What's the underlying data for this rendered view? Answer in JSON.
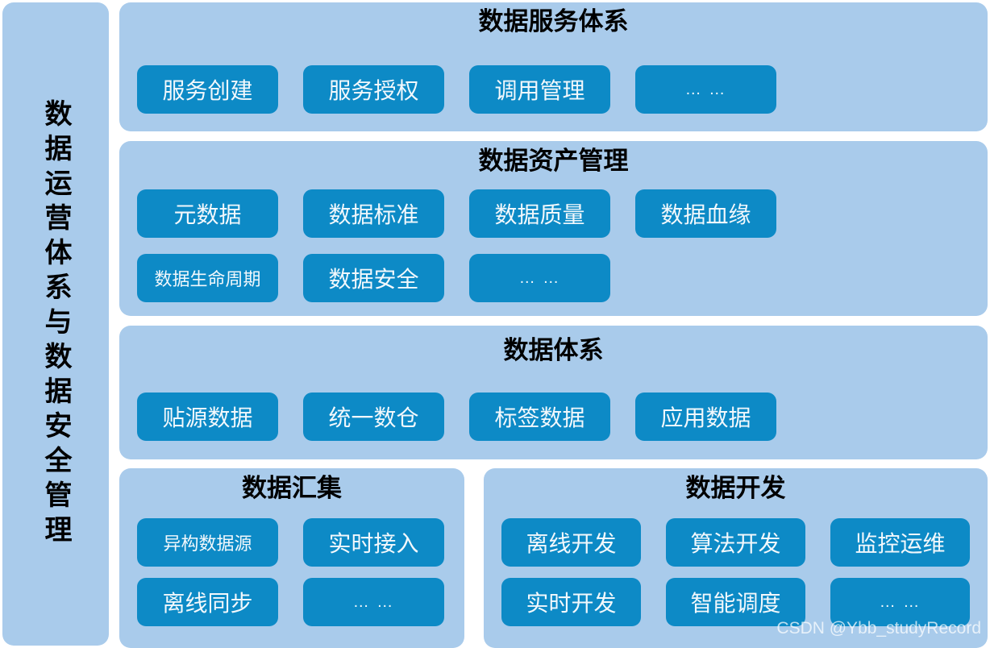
{
  "colors": {
    "panel_bg": "#a9cbeb",
    "chip_bg": "#0d8ac6",
    "chip_text": "#f2f8fc",
    "title_text": "#000000",
    "page_bg": "#ffffff"
  },
  "sidebar": {
    "label": "数据运营体系与数据安全管理"
  },
  "panels": [
    {
      "id": "service",
      "title": "数据服务体系",
      "rows": [
        [
          "服务创建",
          "服务授权",
          "调用管理",
          "… …"
        ]
      ]
    },
    {
      "id": "asset",
      "title": "数据资产管理",
      "rows": [
        [
          "元数据",
          "数据标准",
          "数据质量",
          "数据血缘"
        ],
        [
          "数据生命周期",
          "数据安全",
          "… …"
        ]
      ]
    },
    {
      "id": "system",
      "title": "数据体系",
      "rows": [
        [
          "贴源数据",
          "统一数仓",
          "标签数据",
          "应用数据"
        ]
      ]
    },
    {
      "id": "collect",
      "title": "数据汇集",
      "rows": [
        [
          "异构数据源",
          "实时接入"
        ],
        [
          "离线同步",
          "… …"
        ]
      ]
    },
    {
      "id": "develop",
      "title": "数据开发",
      "rows": [
        [
          "离线开发",
          "算法开发",
          "监控运维"
        ],
        [
          "实时开发",
          "智能调度",
          "… …"
        ]
      ]
    }
  ],
  "watermark": {
    "text": "CSDN @Ybb_studyRecord"
  }
}
